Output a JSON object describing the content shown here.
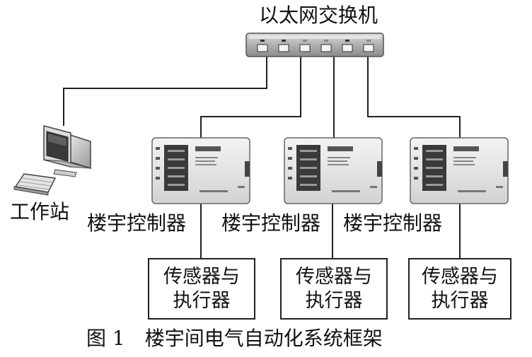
{
  "switch": {
    "label": "以太网交换机"
  },
  "workstation": {
    "label": "工作站"
  },
  "controllers": [
    {
      "label": "楼宇控制器"
    },
    {
      "label": "楼宇控制器"
    },
    {
      "label": "楼宇控制器"
    }
  ],
  "io_boxes": [
    {
      "line1": "传感器与",
      "line2": "执行器"
    },
    {
      "line1": "传感器与",
      "line2": "执行器"
    },
    {
      "line1": "传感器与",
      "line2": "执行器"
    }
  ],
  "caption": "图 1　楼宇间电气自动化系统框架",
  "colors": {
    "line": "#222222",
    "switch_body": "#b0b0b0",
    "controller_body": "#e6e6e6"
  }
}
